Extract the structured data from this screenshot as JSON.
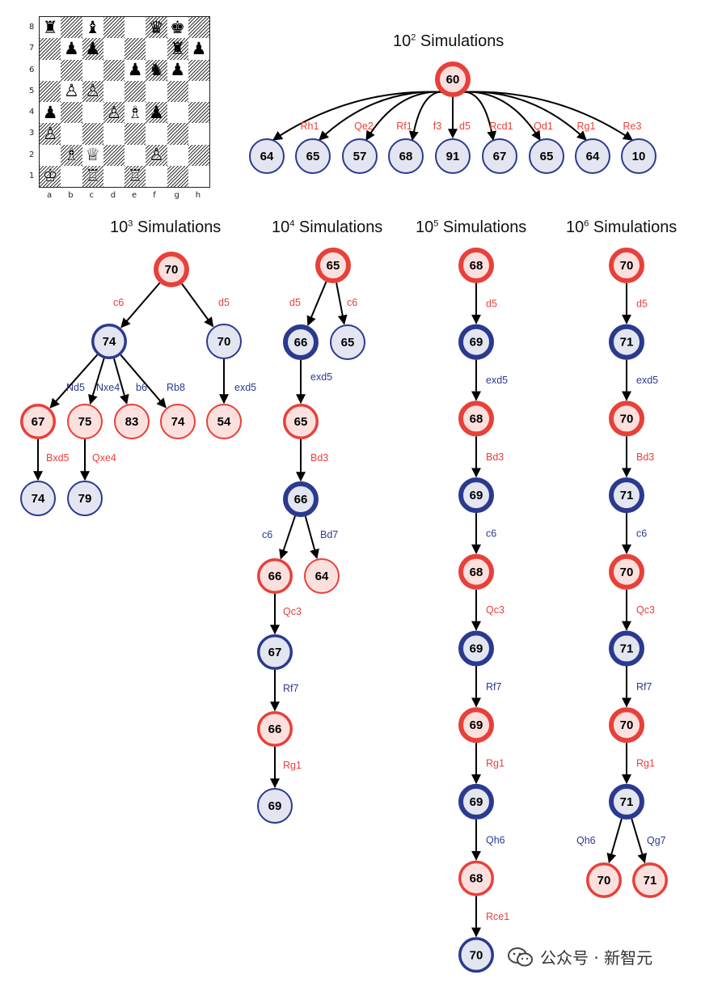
{
  "board": {
    "files": [
      "a",
      "b",
      "c",
      "d",
      "e",
      "f",
      "g",
      "h"
    ],
    "ranks": [
      "8",
      "7",
      "6",
      "5",
      "4",
      "3",
      "2",
      "1"
    ],
    "pieces": [
      {
        "sq": "a8",
        "p": "♜",
        "c": "b"
      },
      {
        "sq": "c8",
        "p": "♝",
        "c": "b"
      },
      {
        "sq": "f8",
        "p": "♛",
        "c": "b"
      },
      {
        "sq": "g8",
        "p": "♚",
        "c": "b"
      },
      {
        "sq": "b7",
        "p": "♟",
        "c": "b"
      },
      {
        "sq": "c7",
        "p": "♟",
        "c": "b"
      },
      {
        "sq": "g7",
        "p": "♜",
        "c": "b"
      },
      {
        "sq": "h7",
        "p": "♟",
        "c": "b"
      },
      {
        "sq": "e6",
        "p": "♟",
        "c": "b"
      },
      {
        "sq": "f6",
        "p": "♞",
        "c": "b"
      },
      {
        "sq": "g6",
        "p": "♟",
        "c": "b"
      },
      {
        "sq": "b5",
        "p": "♙",
        "c": "w"
      },
      {
        "sq": "c5",
        "p": "♙",
        "c": "w"
      },
      {
        "sq": "a4",
        "p": "♟",
        "c": "b"
      },
      {
        "sq": "d4",
        "p": "♙",
        "c": "w"
      },
      {
        "sq": "e4",
        "p": "♗",
        "c": "w"
      },
      {
        "sq": "f4",
        "p": "♟",
        "c": "b"
      },
      {
        "sq": "a3",
        "p": "♙",
        "c": "w"
      },
      {
        "sq": "b2",
        "p": "♗",
        "c": "w"
      },
      {
        "sq": "c2",
        "p": "♕",
        "c": "w"
      },
      {
        "sq": "f2",
        "p": "♙",
        "c": "w"
      },
      {
        "sq": "a1",
        "p": "♔",
        "c": "w"
      },
      {
        "sq": "c1",
        "p": "♖",
        "c": "w"
      },
      {
        "sq": "e1",
        "p": "♖",
        "c": "w"
      }
    ]
  },
  "titles": [
    {
      "id": "t2",
      "base": "10",
      "exp": "2",
      "rest": " Simulations"
    },
    {
      "id": "t3",
      "base": "10",
      "exp": "3",
      "rest": " Simulations"
    },
    {
      "id": "t4",
      "base": "10",
      "exp": "4",
      "rest": " Simulations"
    },
    {
      "id": "t5",
      "base": "10",
      "exp": "5",
      "rest": " Simulations"
    },
    {
      "id": "t6",
      "base": "10",
      "exp": "6",
      "rest": " Simulations"
    }
  ],
  "colors": {
    "red": "#e8403a",
    "blue": "#2b3a8f",
    "red_fill": "#fce0de",
    "blue_fill": "#e3e6f0"
  },
  "trees": {
    "t2": {
      "value": "60",
      "style": "root",
      "children": [
        {
          "move": "Rh1",
          "value": "64",
          "style": "blue-thin"
        },
        {
          "move": "Qe2",
          "value": "65",
          "style": "blue-thin"
        },
        {
          "move": "Rf1",
          "value": "57",
          "style": "blue-thin"
        },
        {
          "move": "f3",
          "value": "68",
          "style": "blue-thin"
        },
        {
          "move": "d5",
          "value": "91",
          "style": "blue-thin"
        },
        {
          "move": "Rcd1",
          "value": "67",
          "style": "blue-thin"
        },
        {
          "move": "Qd1",
          "value": "65",
          "style": "blue-thin"
        },
        {
          "move": "Rg1",
          "value": "64",
          "style": "blue-thin"
        },
        {
          "move": "Re3",
          "value": "10",
          "style": "blue-thin"
        }
      ]
    },
    "t3": {
      "value": "70",
      "style": "root",
      "children": [
        {
          "move": "c6",
          "value": "74",
          "style": "blue-mid",
          "children": [
            {
              "move": "Nd5",
              "value": "67",
              "style": "red-mid",
              "children": [
                {
                  "move": "Bxd5",
                  "value": "74",
                  "style": "blue-thin"
                }
              ]
            },
            {
              "move": "Nxe4",
              "value": "75",
              "style": "red-thin",
              "children": [
                {
                  "move": "Qxe4",
                  "value": "79",
                  "style": "blue-thin"
                }
              ]
            },
            {
              "move": "b6",
              "value": "83",
              "style": "red-thin"
            },
            {
              "move": "Rb8",
              "value": "74",
              "style": "red-thin"
            }
          ]
        },
        {
          "move": "d5",
          "value": "70",
          "style": "blue-thin",
          "children": [
            {
              "move": "exd5",
              "value": "54",
              "style": "red-thin"
            }
          ]
        }
      ]
    },
    "t4": {
      "value": "65",
      "style": "root",
      "children": [
        {
          "move": "d5",
          "value": "66",
          "style": "blue-thick",
          "children": [
            {
              "move": "exd5",
              "value": "65",
              "style": "red-mid",
              "children": [
                {
                  "move": "Bd3",
                  "value": "66",
                  "style": "blue-thick",
                  "children": [
                    {
                      "move": "c6",
                      "value": "66",
                      "style": "red-mid",
                      "children": [
                        {
                          "move": "Qc3",
                          "value": "67",
                          "style": "blue-mid",
                          "children": [
                            {
                              "move": "Rf7",
                              "value": "66",
                              "style": "red-mid",
                              "children": [
                                {
                                  "move": "Rg1",
                                  "value": "69",
                                  "style": "blue-thin"
                                }
                              ]
                            }
                          ]
                        }
                      ]
                    },
                    {
                      "move": "Bd7",
                      "value": "64",
                      "style": "red-thin"
                    }
                  ]
                }
              ]
            }
          ]
        },
        {
          "move": "c6",
          "value": "65",
          "style": "blue-thin"
        }
      ]
    },
    "t5": {
      "value": "68",
      "style": "red-thick",
      "children": [
        {
          "move": "d5",
          "value": "69",
          "style": "blue-thick",
          "children": [
            {
              "move": "exd5",
              "value": "68",
              "style": "red-thick",
              "children": [
                {
                  "move": "Bd3",
                  "value": "69",
                  "style": "blue-thick",
                  "children": [
                    {
                      "move": "c6",
                      "value": "68",
                      "style": "red-thick",
                      "children": [
                        {
                          "move": "Qc3",
                          "value": "69",
                          "style": "blue-thick",
                          "children": [
                            {
                              "move": "Rf7",
                              "value": "69",
                              "style": "red-thick",
                              "children": [
                                {
                                  "move": "Rg1",
                                  "value": "69",
                                  "style": "blue-thick",
                                  "children": [
                                    {
                                      "move": "Qh6",
                                      "value": "68",
                                      "style": "red-mid",
                                      "children": [
                                        {
                                          "move": "Rce1",
                                          "value": "70",
                                          "style": "blue-mid"
                                        }
                                      ]
                                    }
                                  ]
                                }
                              ]
                            }
                          ]
                        }
                      ]
                    }
                  ]
                }
              ]
            }
          ]
        }
      ]
    },
    "t6": {
      "value": "70",
      "style": "red-thick",
      "children": [
        {
          "move": "d5",
          "value": "71",
          "style": "blue-thick",
          "children": [
            {
              "move": "exd5",
              "value": "70",
              "style": "red-thick",
              "children": [
                {
                  "move": "Bd3",
                  "value": "71",
                  "style": "blue-thick",
                  "children": [
                    {
                      "move": "c6",
                      "value": "70",
                      "style": "red-thick",
                      "children": [
                        {
                          "move": "Qc3",
                          "value": "71",
                          "style": "blue-thick",
                          "children": [
                            {
                              "move": "Rf7",
                              "value": "70",
                              "style": "red-thick",
                              "children": [
                                {
                                  "move": "Rg1",
                                  "value": "71",
                                  "style": "blue-thick",
                                  "children": [
                                    {
                                      "move": "Qh6",
                                      "value": "70",
                                      "style": "red-mid"
                                    },
                                    {
                                      "move": "Qg7",
                                      "value": "71",
                                      "style": "red-mid"
                                    }
                                  ]
                                }
                              ]
                            }
                          ]
                        }
                      ]
                    }
                  ]
                }
              ]
            }
          ]
        }
      ]
    }
  },
  "watermark": {
    "text": "公众号 · 新智元",
    "icon": "wechat-icon"
  }
}
